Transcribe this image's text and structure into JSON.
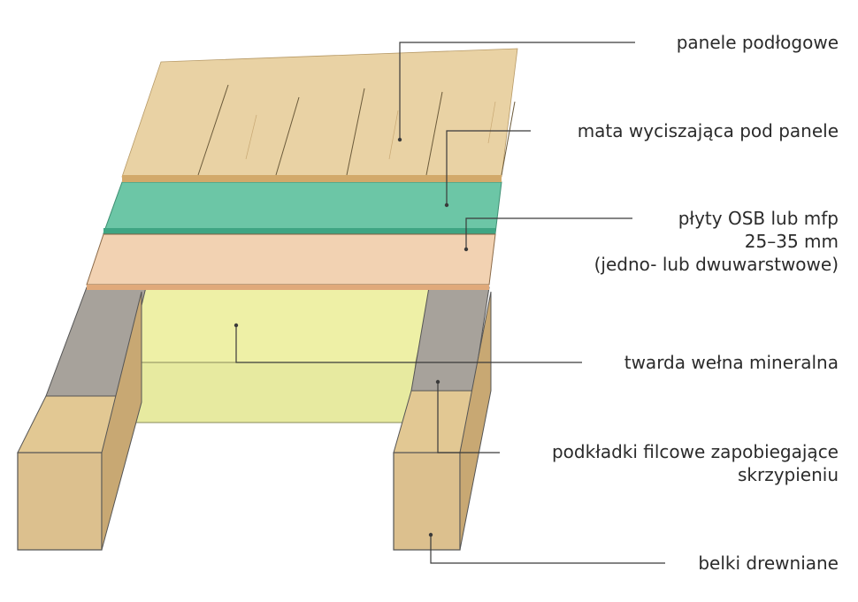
{
  "labels": {
    "panels": "panele podłogowe",
    "mat": "mata wyciszająca pod panele",
    "osb_line1": "płyty OSB lub mfp",
    "osb_line2": "25–35 mm",
    "osb_line3": "(jedno- lub dwuwarstwowe)",
    "wool": "twarda wełna mineralna",
    "felt_line1": "podkładki filcowe zapobiegające",
    "felt_line2": "skrzypieniu",
    "beams": "belki drewniane"
  },
  "colors": {
    "panels": "#e9d2a4",
    "mat": "#6cc6a6",
    "osb": "#f2d2b2",
    "wool": "#eef0a6",
    "felt": "#9c9791",
    "beam": "#dcc08e",
    "leader": "#3a3a3a"
  }
}
